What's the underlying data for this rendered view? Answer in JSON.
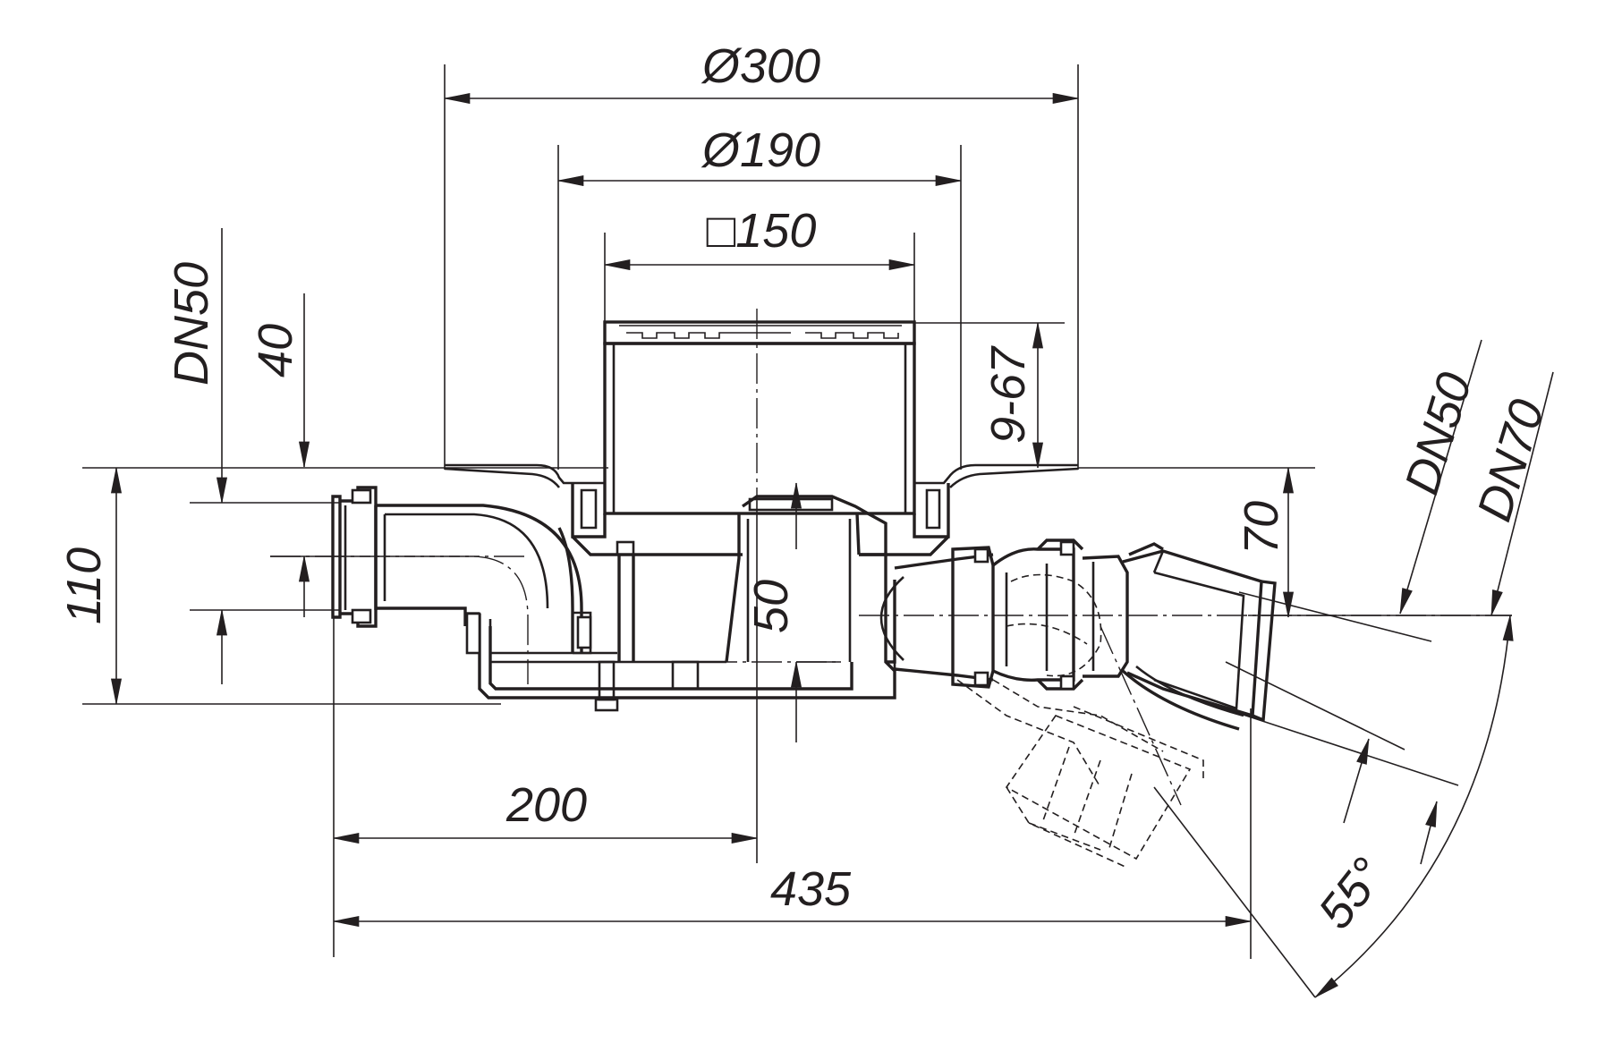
{
  "colors": {
    "ink": "#231f20",
    "background": "#ffffff"
  },
  "dimensions": {
    "d300": "Ø300",
    "d190": "Ø190",
    "sq150": "□150",
    "dn50_left": "DN50",
    "h40": "40",
    "h110": "110",
    "h9_67": "9-67",
    "h50": "50",
    "h70": "70",
    "dn50_right": "DN50",
    "dn70_right": "DN70",
    "w200": "200",
    "w435": "435",
    "angle55": "55°"
  }
}
